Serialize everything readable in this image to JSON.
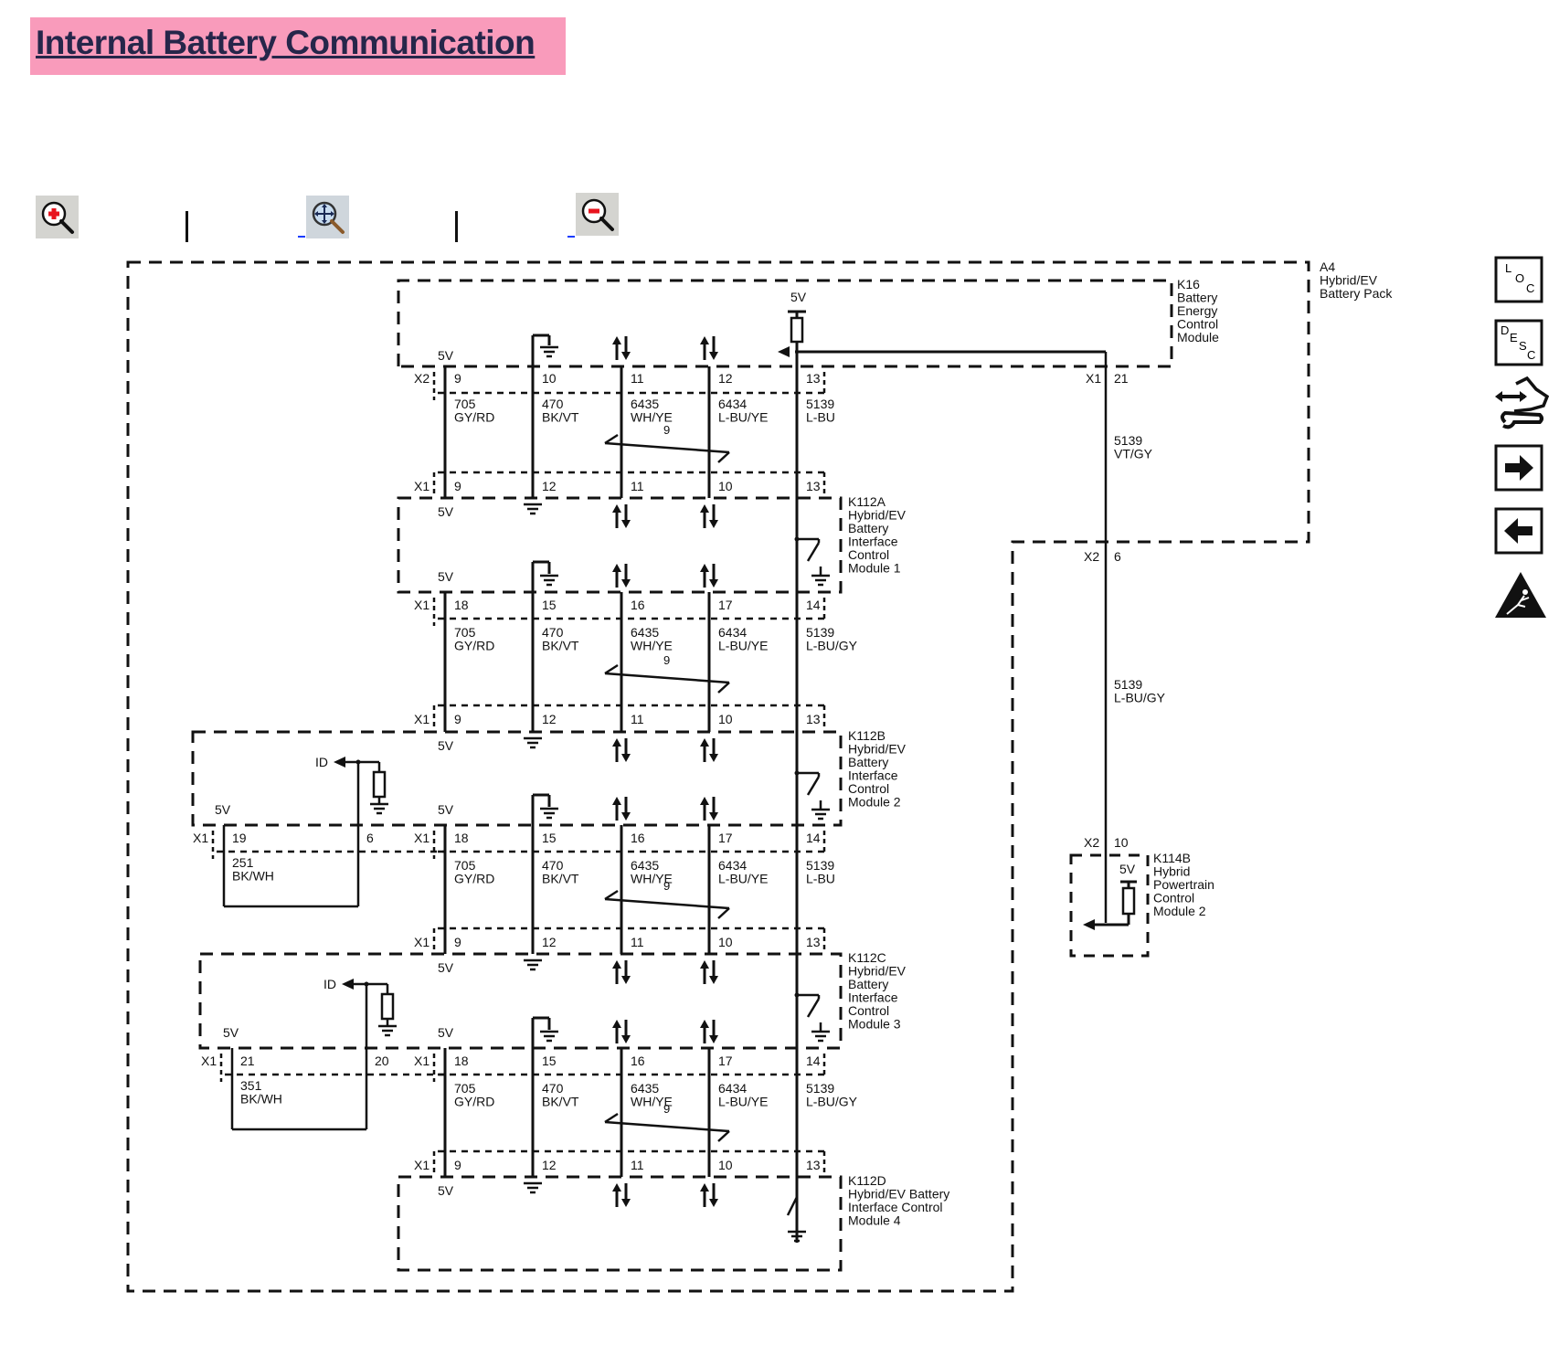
{
  "page": {
    "title": "Internal Battery Communication"
  },
  "toolbar": {
    "zoom_in": "zoom-in",
    "pan": "pan",
    "zoom_out": "zoom-out"
  },
  "side_icons": [
    {
      "name": "loc-icon",
      "letters": [
        "L",
        "O",
        "C"
      ]
    },
    {
      "name": "desc-icon",
      "letters": [
        "D",
        "E",
        "S",
        "C"
      ]
    },
    {
      "name": "connector-repair-icon"
    },
    {
      "name": "next-arrow-icon"
    },
    {
      "name": "previous-arrow-icon"
    },
    {
      "name": "high-voltage-warning-icon"
    }
  ],
  "diagram": {
    "pack": {
      "id": "A4",
      "lines": [
        "A4",
        "Hybrid/EV",
        "Battery Pack"
      ]
    },
    "k16": {
      "lines": [
        "K16",
        "Battery",
        "Energy",
        "Control",
        "Module"
      ],
      "supply": "5V",
      "x1": "X1",
      "x1_pin": "21",
      "x2": "X2"
    },
    "k112a": {
      "lines": [
        "K112A",
        "Hybrid/EV",
        "Battery",
        "Interface",
        "Control",
        "Module 1"
      ]
    },
    "k112b": {
      "lines": [
        "K112B",
        "Hybrid/EV",
        "Battery",
        "Interface",
        "Control",
        "Module 2"
      ]
    },
    "k112c": {
      "lines": [
        "K112C",
        "Hybrid/EV",
        "Battery",
        "Interface",
        "Control",
        "Module 3"
      ]
    },
    "k112d": {
      "lines": [
        "K112D",
        "Hybrid/EV Battery",
        "Interface Control",
        "Module 4"
      ]
    },
    "k114b": {
      "lines": [
        "K114B",
        "Hybrid",
        "Powertrain",
        "Control",
        "Module 2"
      ],
      "supply": "5V",
      "connector": "X2",
      "pin": "10"
    },
    "supply_label": "5V",
    "id_label": "ID",
    "twist_label": "9",
    "segments": [
      {
        "top_connector": "X2",
        "top_pins": [
          "9",
          "10",
          "11",
          "12",
          "13"
        ],
        "wires": [
          {
            "circuit": "705",
            "color": "GY/RD"
          },
          {
            "circuit": "470",
            "color": "BK/VT"
          },
          {
            "circuit": "6435",
            "color": "WH/YE"
          },
          {
            "circuit": "6434",
            "color": "L-BU/YE"
          },
          {
            "circuit": "5139",
            "color": "L-BU"
          }
        ],
        "bottom_connector": "X1",
        "bottom_pins": [
          "9",
          "12",
          "11",
          "10",
          "13"
        ]
      },
      {
        "top_connector": "X1",
        "top_pins": [
          "18",
          "15",
          "16",
          "17",
          "14"
        ],
        "wires": [
          {
            "circuit": "705",
            "color": "GY/RD"
          },
          {
            "circuit": "470",
            "color": "BK/VT"
          },
          {
            "circuit": "6435",
            "color": "WH/YE"
          },
          {
            "circuit": "6434",
            "color": "L-BU/YE"
          },
          {
            "circuit": "5139",
            "color": "L-BU/GY"
          }
        ],
        "bottom_connector": "X1",
        "bottom_pins": [
          "9",
          "12",
          "11",
          "10",
          "13"
        ]
      },
      {
        "top_connector": "X1",
        "top_pins": [
          "18",
          "15",
          "16",
          "17",
          "14"
        ],
        "wires": [
          {
            "circuit": "705",
            "color": "GY/RD"
          },
          {
            "circuit": "470",
            "color": "BK/VT"
          },
          {
            "circuit": "6435",
            "color": "WH/YE"
          },
          {
            "circuit": "6434",
            "color": "L-BU/YE"
          },
          {
            "circuit": "5139",
            "color": "L-BU"
          }
        ],
        "bottom_connector": "X1",
        "bottom_pins": [
          "9",
          "12",
          "11",
          "10",
          "13"
        ]
      },
      {
        "top_connector": "X1",
        "top_pins": [
          "18",
          "15",
          "16",
          "17",
          "14"
        ],
        "wires": [
          {
            "circuit": "705",
            "color": "GY/RD"
          },
          {
            "circuit": "470",
            "color": "BK/VT"
          },
          {
            "circuit": "6435",
            "color": "WH/YE"
          },
          {
            "circuit": "6434",
            "color": "L-BU/YE"
          },
          {
            "circuit": "5139",
            "color": "L-BU/GY"
          }
        ],
        "bottom_connector": "X1",
        "bottom_pins": [
          "9",
          "12",
          "11",
          "10",
          "13"
        ]
      }
    ],
    "id_loops": [
      {
        "connector": "X1",
        "pin_a": "19",
        "pin_b": "6",
        "circuit": "251",
        "color": "BK/WH"
      },
      {
        "connector": "X1",
        "pin_a": "21",
        "pin_b": "20",
        "circuit": "351",
        "color": "BK/WH"
      }
    ],
    "k16_to_pack": {
      "circuit": "5139",
      "color": "VT/GY"
    },
    "pack_out": {
      "connector": "X2",
      "pin": "6"
    },
    "pack_to_k114b": {
      "circuit": "5139",
      "color": "L-BU/GY"
    }
  }
}
